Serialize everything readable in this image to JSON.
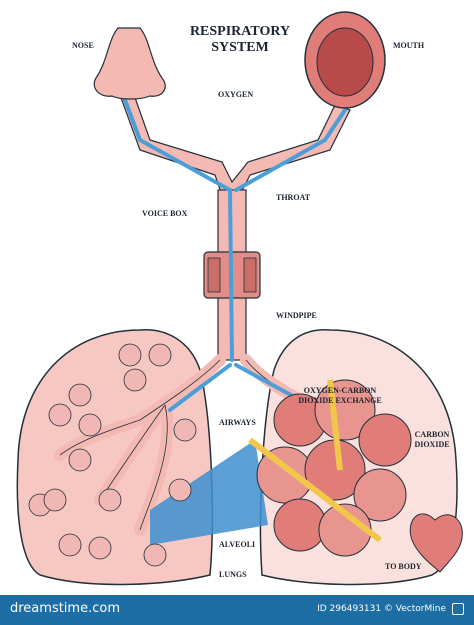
{
  "diagram": {
    "title_line1": "RESPIRATORY",
    "title_line2": "SYSTEM",
    "labels": {
      "nose": "NOSE",
      "mouth": "MOUTH",
      "oxygen": "OXYGEN",
      "throat": "THROAT",
      "voice_box": "VOICE BOX",
      "windpipe": "WINDPIPE",
      "exchange_line1": "OXYGEN-CARBON",
      "exchange_line2": "DIOXIDE EXCHANGE",
      "airways": "AIRWAYS",
      "carbon_dioxide_line1": "CARBON",
      "carbon_dioxide_line2": "DIOXIDE",
      "alveoli": "ALVEOLI",
      "lungs": "LUNGS",
      "to_body": "TO BODY"
    },
    "colors": {
      "tissue": "#f4b9b3",
      "tissue_dark": "#e48d86",
      "outline": "#22303a",
      "oxygen_blue": "#4a9fd8",
      "lung_bg": "#f7c8c2",
      "blue_zoom": "#3d8fd0"
    }
  },
  "footer": {
    "watermark": "dreamstime.com",
    "id_text": "ID 296493131 © VectorMine"
  }
}
